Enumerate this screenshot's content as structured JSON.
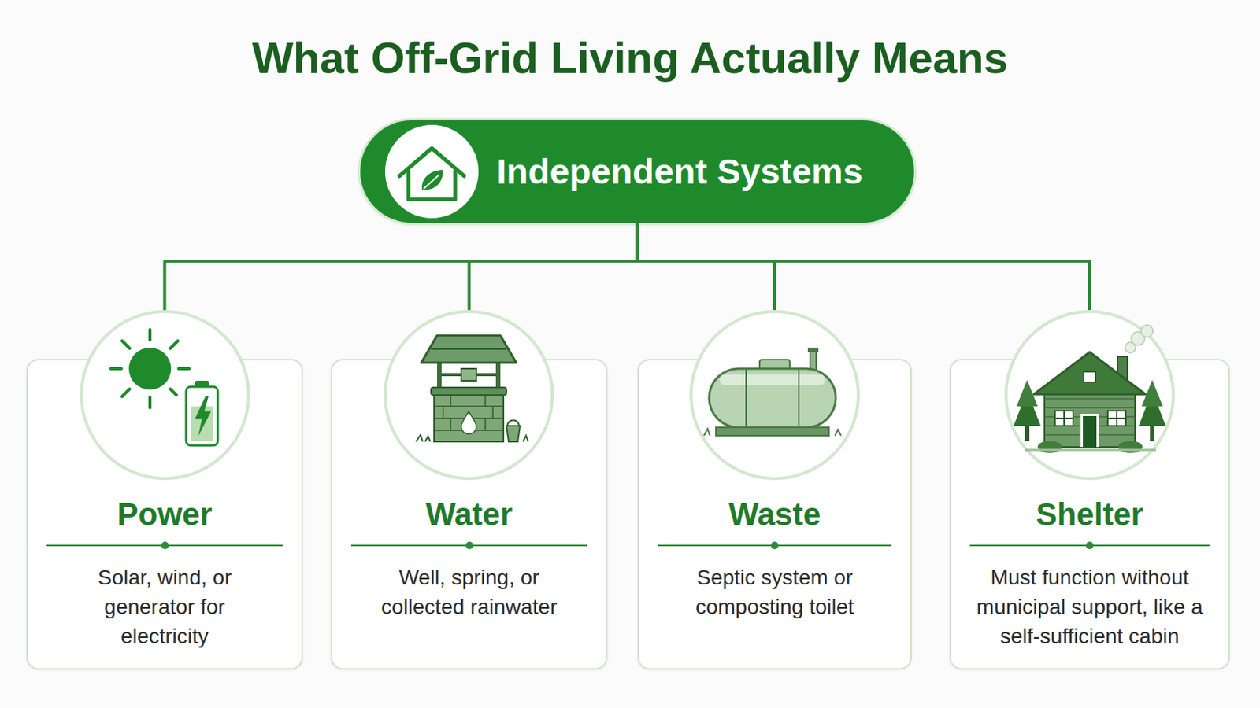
{
  "diagram": {
    "title": "What Off-Grid Living Actually Means",
    "nodes": [
      {
        "text": [
          "Independent Systems"
        ]
      },
      {
        "text": [
          "Power",
          "Solar, wind, or generator for electricity"
        ]
      },
      {
        "text": [
          "Water",
          "Well, spring, or collected rainwater"
        ]
      },
      {
        "text": [
          "Waste",
          "Septic system or composting toilet"
        ]
      },
      {
        "text": [
          "Shelter",
          "Must function without municipal support, like a self-sufficient cabin"
        ]
      }
    ],
    "edges": [
      {
        "from": 0,
        "to": 1,
        "arrow": "none"
      },
      {
        "from": 0,
        "to": 2,
        "arrow": "none"
      },
      {
        "from": 0,
        "to": 3,
        "arrow": "none"
      },
      {
        "from": 0,
        "to": 4,
        "arrow": "none"
      }
    ]
  }
}
